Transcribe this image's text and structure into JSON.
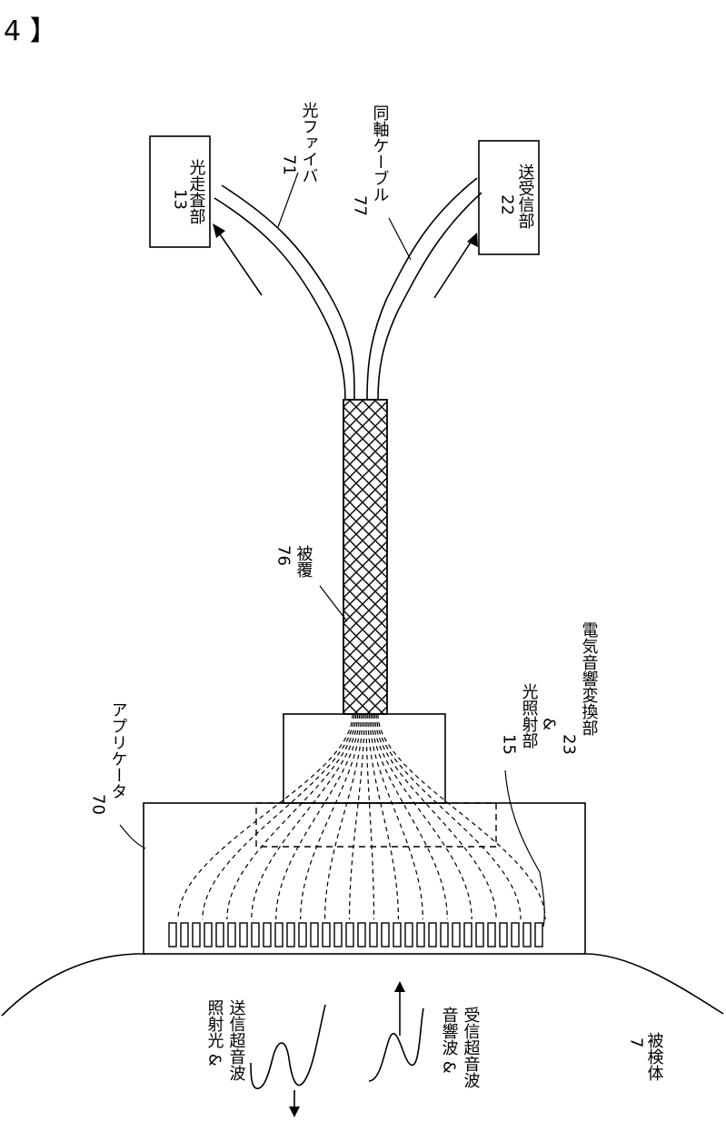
{
  "header": {
    "fig_num": "4 】"
  },
  "labels": {
    "optical_scanner": {
      "num": "13",
      "text": "光走査部"
    },
    "transceiver": {
      "num": "22",
      "text": "送受信部"
    },
    "optical_fiber": {
      "num": "71",
      "text": "光ファイバ"
    },
    "coax_cable": {
      "num": "77",
      "text": "同軸ケーブル"
    },
    "coating": {
      "num": "76",
      "text": "被覆"
    },
    "applicator": {
      "num": "70",
      "text": "アプリケータ"
    },
    "light_irradiation": {
      "num": "15",
      "text": "光照射部"
    },
    "ampersand": "&",
    "transducer": {
      "num": "23",
      "text": "電気音響変換部"
    },
    "subject": {
      "num": "7",
      "text": "被検体"
    },
    "irradiation_wave": {
      "line1": "照射光 &",
      "line2": "送信超音波"
    },
    "acoustic_wave": {
      "line1": "音響波 &",
      "line2": "受信超音波"
    }
  }
}
